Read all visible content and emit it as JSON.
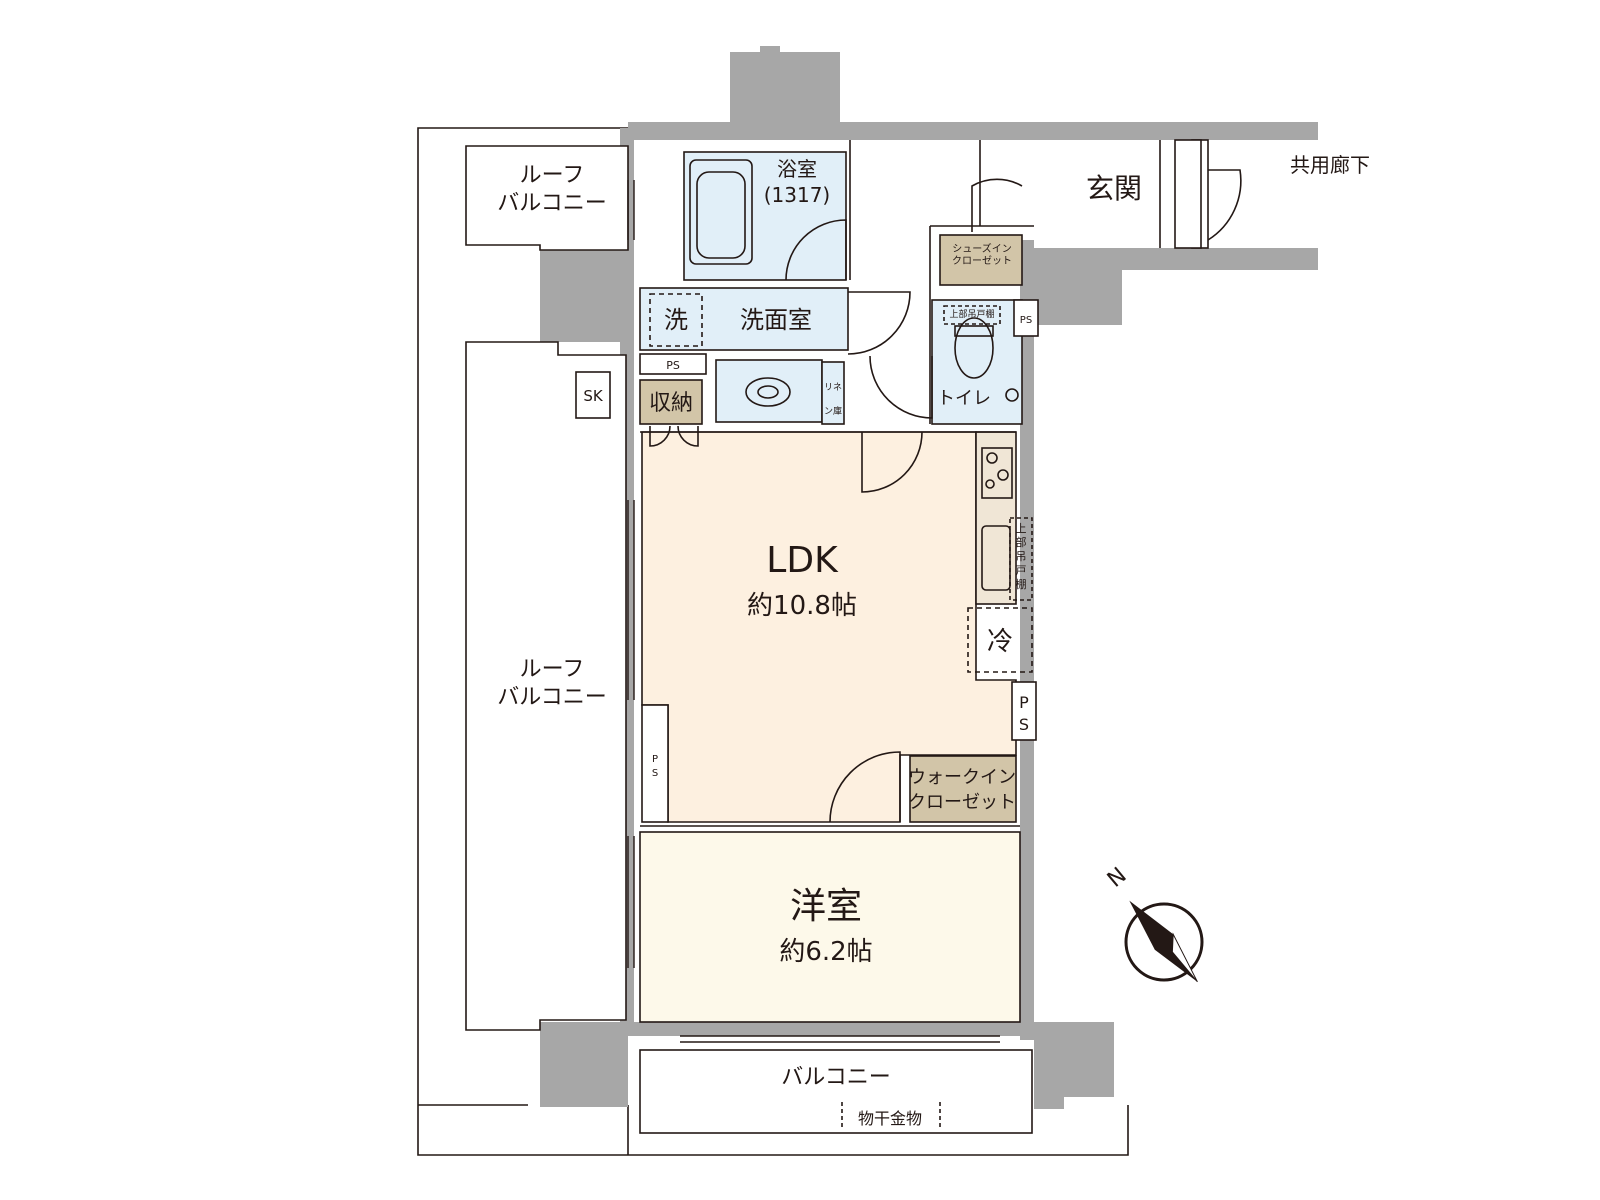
{
  "rooms": {
    "roof_balcony_small": [
      "ルーフ",
      "バルコニー"
    ],
    "roof_balcony_large": [
      "ルーフ",
      "バルコニー"
    ],
    "bathroom": {
      "label": "浴室",
      "size": "(1317)"
    },
    "genkan": "玄関",
    "corridor": "共用廊下",
    "shoes_closet": [
      "シューズイン",
      "クローゼット"
    ],
    "wash_mark": "洗",
    "washroom": "洗面室",
    "upper_shelf_toilet": "上部吊戸棚",
    "ps_labels": [
      "PS",
      "PS",
      "P",
      "S",
      "P",
      "S"
    ],
    "sk": "SK",
    "storage": "収納",
    "linen": [
      "リネ",
      "ン庫"
    ],
    "toilet": "トイレ",
    "ldk": {
      "label": "LDK",
      "area": "約10.8帖"
    },
    "upper_shelf_kitchen": [
      "上",
      "部",
      "吊",
      "戸",
      "棚"
    ],
    "fridge": "冷",
    "walkin": [
      "ウォークイン",
      "クローゼット"
    ],
    "western": {
      "label": "洋室",
      "area": "約6.2帖"
    },
    "balcony": "バルコニー",
    "drying_rack": "物干金物"
  },
  "compass": {
    "north_label": "N"
  },
  "colors": {
    "ldk": "#fdf0e0",
    "western": "#fdf9ea",
    "wet": "#e1eff8",
    "storage": "#d2c5a8",
    "kitchen": "#f0e6d6",
    "wall": "#a7a7a7",
    "line": "#231815"
  }
}
